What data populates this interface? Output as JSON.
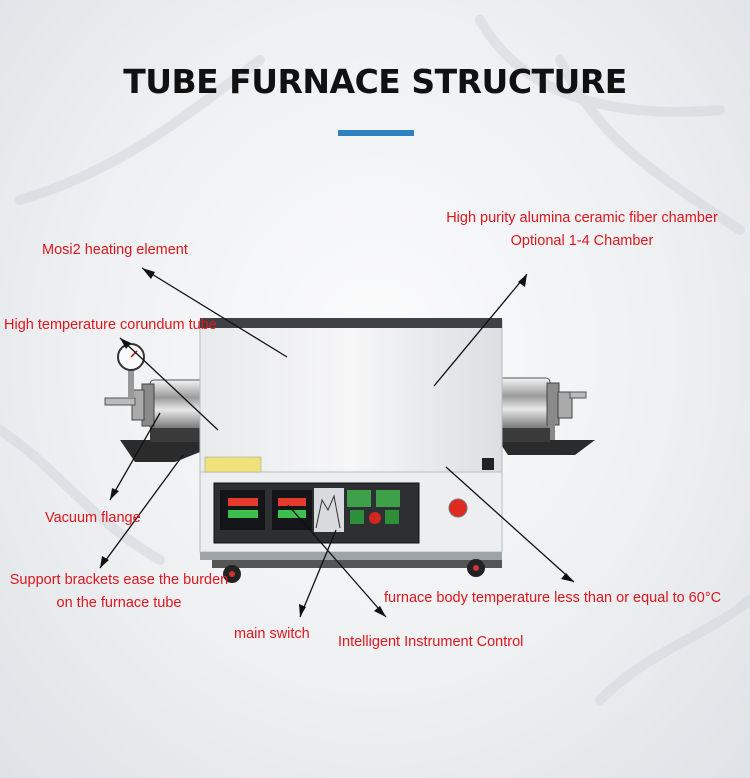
{
  "title": "TUBE FURNACE STRUCTURE",
  "colors": {
    "label": "#e0161d",
    "accent": "#2f80c4",
    "title": "#111111"
  },
  "labels": {
    "mosi2": "Mosi2 heating element",
    "chamber_line1": "High purity alumina ceramic fiber chamber",
    "chamber_line2": "Optional 1-4 Chamber",
    "corundum_tube": "High temperature corundum tube",
    "vacuum_flange": "Vacuum flange",
    "brackets_line1": "Support brackets ease the burden",
    "brackets_line2": "on the furnace tube",
    "body_temp": "furnace body temperature less than or equal to 60°C",
    "main_switch": "main switch",
    "instrument": "Intelligent Instrument Control"
  }
}
